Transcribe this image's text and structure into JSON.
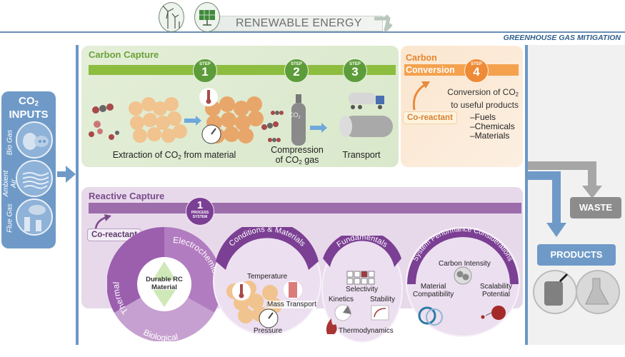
{
  "header": {
    "renewable_label": "RENEWABLE ENERGY",
    "mitigation_label": "GREENHOUSE GAS MITIGATION",
    "icons": [
      "wind-turbine-icon",
      "solar-panel-icon"
    ]
  },
  "inputs": {
    "title_main": "CO",
    "title_sub": "2",
    "title_line2": "INPUTS",
    "sources": [
      {
        "label": "Bio Gas",
        "icon": "cow-icon"
      },
      {
        "label": "Ambient Air",
        "icon": "air-waves-icon"
      },
      {
        "label": "Flue Gas",
        "icon": "smokestack-icon"
      }
    ]
  },
  "carbon_capture": {
    "title": "Carbon Capture",
    "step_word": "STEP",
    "steps": [
      {
        "number": "1",
        "caption_pre": "Extraction of CO",
        "caption_sub": "2",
        "caption_post": " from material"
      },
      {
        "number": "2",
        "caption_line1": "Compression",
        "caption_pre": "of CO",
        "caption_sub": "2",
        "caption_post": " gas",
        "tank_label": "CO",
        "tank_sub": "2"
      },
      {
        "number": "3",
        "caption": "Transport"
      }
    ]
  },
  "carbon_conversion": {
    "title_line1": "Carbon",
    "title_line2": "Conversion",
    "step_word": "STEP",
    "step_number": "4",
    "desc_pre": "Conversion of CO",
    "desc_sub": "2",
    "desc_line2": "to useful products",
    "products": [
      "–Fuels",
      "–Chemicals",
      "–Materials"
    ],
    "coreactant": "Co-reactant"
  },
  "reactive_capture": {
    "title": "Reactive Capture",
    "badge_number": "1",
    "badge_line1": "PROCESS",
    "badge_line2": "SYSTEM",
    "coreactant": "Co-reactant",
    "wheel": {
      "segments": [
        "Thermal",
        "Electrochemical",
        "Biological"
      ],
      "center_line1": "Durable RC",
      "center_line2": "Material"
    },
    "conditions": {
      "title": "Conditions & Materials",
      "labels": [
        "Temperature",
        "Mass Transport",
        "Pressure"
      ]
    },
    "fundamentals": {
      "title": "Fundamentals",
      "labels": [
        "Selectivity",
        "Kinetics",
        "Stability",
        "Thermodynamics"
      ]
    },
    "performance": {
      "title": "System Performance Considerations",
      "labels": [
        "Carbon Intensity",
        "Material",
        "Compatibility",
        "Scalability",
        "Potential"
      ]
    }
  },
  "outputs": {
    "waste": "WASTE",
    "products": "PRODUCTS"
  },
  "colors": {
    "blue": "#6f9ac8",
    "green": "#8dbd3f",
    "orange": "#f4a24e",
    "purple": "#9d6cab",
    "gray": "#8a8a8a"
  }
}
